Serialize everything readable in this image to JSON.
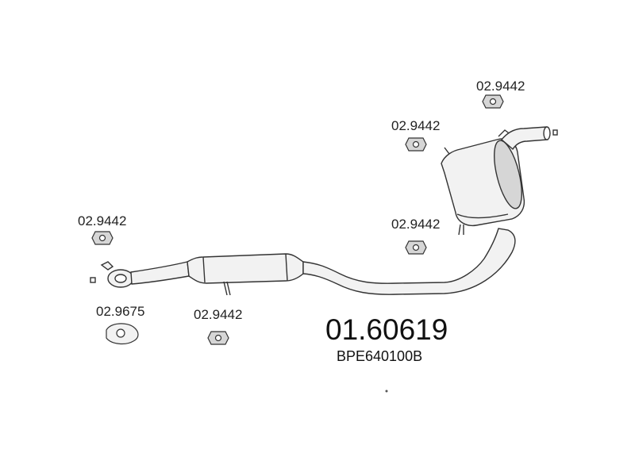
{
  "part_number": "01.60619",
  "oem_reference": "BPE640100B",
  "labels": {
    "hanger_top_right": "02.9442",
    "hanger_upper_mid": "02.9442",
    "hanger_lower_mid": "02.9442",
    "hanger_left": "02.9442",
    "gasket_left": "02.9675",
    "hanger_center": "02.9442"
  },
  "colors": {
    "line": "#333333",
    "fill": "#f2f2f2",
    "shade": "#d6d6d6",
    "text": "#222222"
  }
}
